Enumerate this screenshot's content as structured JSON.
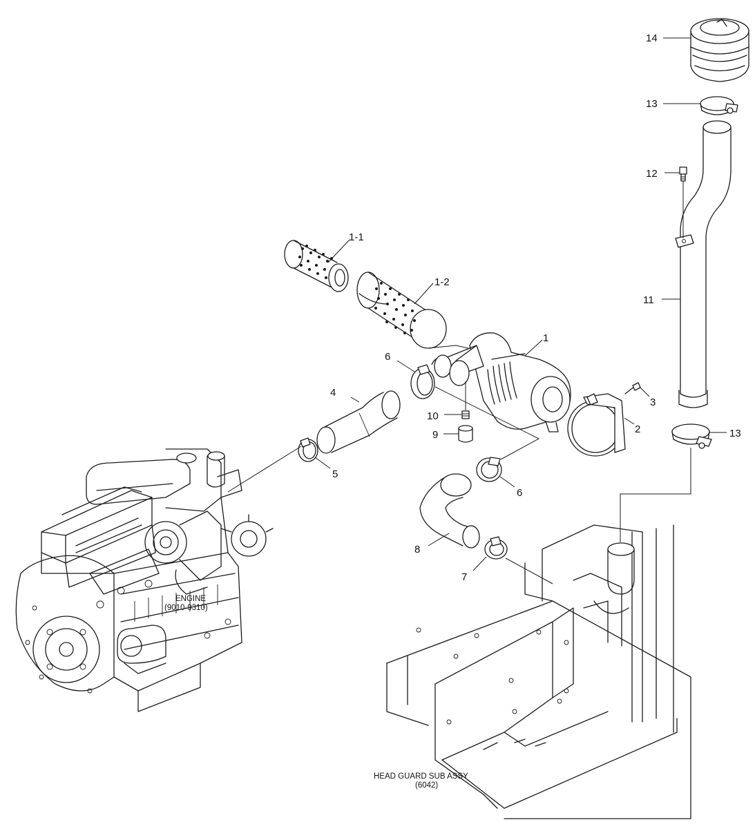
{
  "callouts": {
    "c14": "14",
    "c13a": "13",
    "c12": "12",
    "c11": "11",
    "c13b": "13",
    "c1_1": "1-1",
    "c1_2": "1-2",
    "c1": "1",
    "c6a": "6",
    "c3": "3",
    "c4": "4",
    "c2": "2",
    "c10": "10",
    "c9": "9",
    "c5": "5",
    "c6b": "6",
    "c8": "8",
    "c7": "7"
  },
  "labels": {
    "engine_line1": "ENGINE",
    "engine_line2": "(9010-9310)",
    "head_guard_line1": "HEAD GUARD SUB ASSY",
    "head_guard_line2": "(6042)"
  }
}
